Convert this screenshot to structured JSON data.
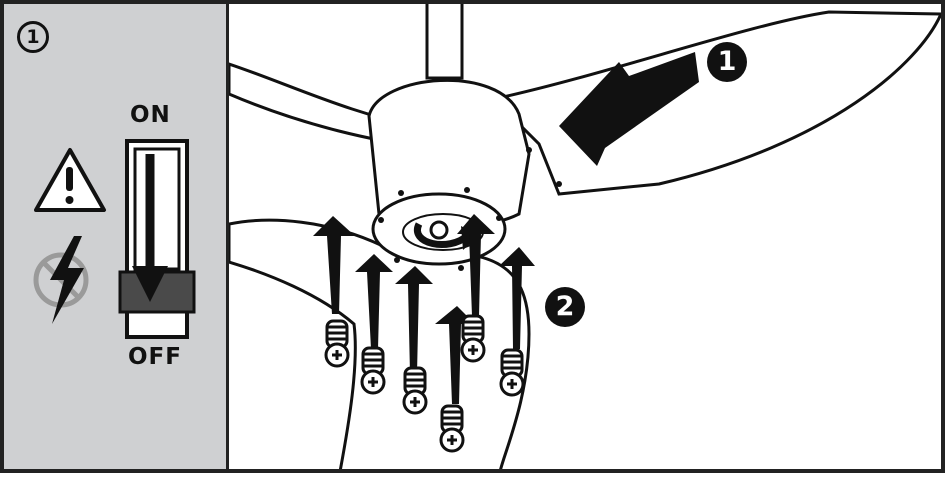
{
  "panel": {
    "step_number": "1",
    "switch_on_label": "ON",
    "switch_off_label": "OFF",
    "icons": [
      "warning-icon",
      "no-power-icon",
      "wall-switch-icon"
    ]
  },
  "main": {
    "callout_1": "1",
    "callout_2": "2",
    "icons": [
      "ceiling-fan",
      "blade-arrow-icon",
      "screw-icon",
      "up-arrow-icon",
      "rotate-arrow-icon"
    ]
  },
  "colors": {
    "panel_bg": "#cfd0d2",
    "ink": "#111111",
    "switch_dark": "#4a4a4a"
  }
}
